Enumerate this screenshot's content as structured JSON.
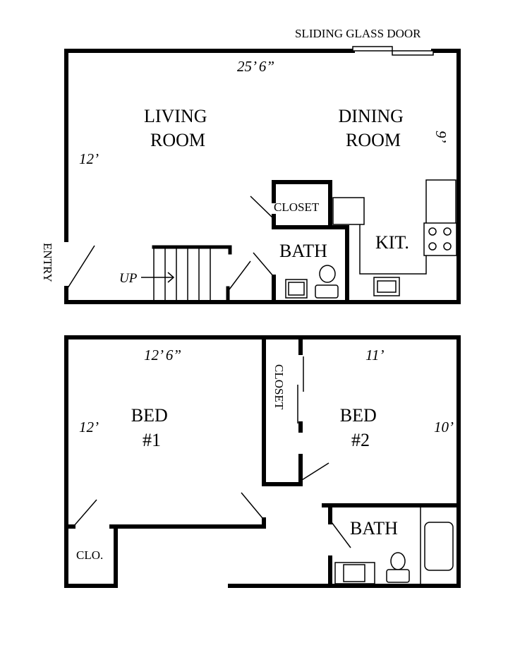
{
  "first_floor": {
    "sliding_door_label": "SLIDING GLASS DOOR",
    "width_dim": "25’ 6”",
    "left_dim": "12’",
    "right_dim": "9’",
    "living_room": [
      "LIVING",
      "ROOM"
    ],
    "dining_room": [
      "DINING",
      "ROOM"
    ],
    "closet": "CLOSET",
    "bath": "BATH",
    "kitchen": "KIT.",
    "entry": "ENTRY",
    "stairs_up": "UP"
  },
  "second_floor": {
    "bed1_width": "12’ 6”",
    "bed1_depth": "12’",
    "bed2_width": "11’",
    "bed2_depth": "10’",
    "bed1": [
      "BED",
      "#1"
    ],
    "bed2": [
      "BED",
      "#2"
    ],
    "closet": "CLOSET",
    "clo": "CLO.",
    "bath": "BATH"
  }
}
